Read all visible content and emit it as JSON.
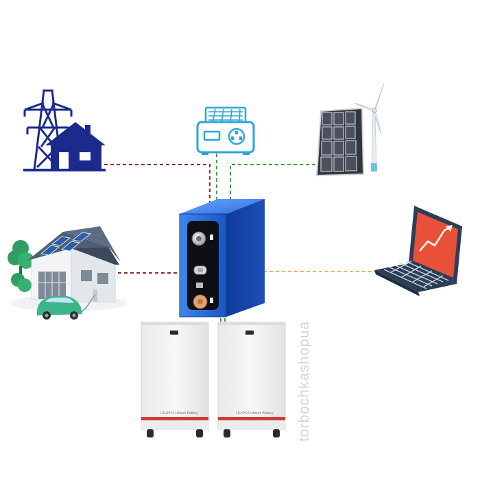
{
  "watermark": "torbochkashopua",
  "cabinet_label": "LiFePO4 Lithium Battery",
  "colors": {
    "grid_blue": "#1b2a8c",
    "inverter_blue": "#2aa4dc",
    "cell_blue": "#1d63d8",
    "dashed_red": "#8b2a2a",
    "dashed_green": "#2fae2f",
    "dashed_orange": "#f0b25a",
    "laptop_screen": "#e8503a",
    "house_roof": "#4e5e73",
    "car_green": "#3fb58a"
  },
  "icons": [
    "grid-pylon-house-icon",
    "inverter-icon",
    "solar-wind-icon",
    "smart-home-icon",
    "laptop-icon",
    "battery-cell",
    "battery-cabinet"
  ]
}
